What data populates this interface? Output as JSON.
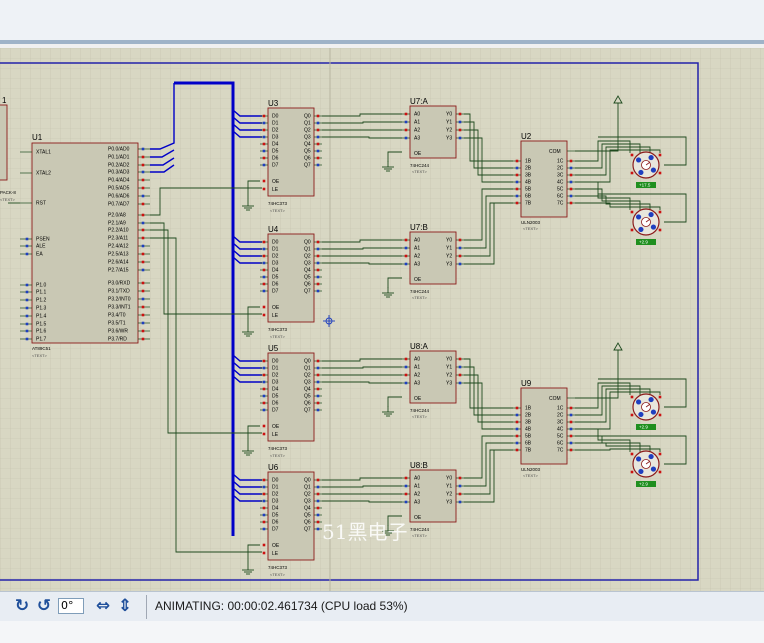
{
  "schematic": {
    "watermark": "51黑电子",
    "u1": {
      "ref": "U1",
      "part": "AT89C51",
      "text": "<TEXT>",
      "left_pins": [
        "XTAL1",
        "XTAL2",
        "RST",
        "PSEN",
        "ALE",
        "EA",
        "P1.0",
        "P1.1",
        "P1.2",
        "P1.3",
        "P1.4",
        "P1.5",
        "P1.6",
        "P1.7"
      ],
      "right_pins": [
        "P0.0/AD0",
        "P0.1/AD1",
        "P0.2/AD2",
        "P0.3/AD3",
        "P0.4/AD4",
        "P0.5/AD5",
        "P0.6/AD6",
        "P0.7/AD7",
        "P2.0/A8",
        "P2.1/A9",
        "P2.2/A10",
        "P2.3/A11",
        "P2.4/A12",
        "P2.5/A13",
        "P2.6/A14",
        "P2.7/A15",
        "P3.0/RXD",
        "P3.1/TXD",
        "P3.2/INT0",
        "P3.3/INT1",
        "P3.4/T0",
        "P3.5/T1",
        "P3.6/WR",
        "P3.7/RD"
      ]
    },
    "partial_ref": "1",
    "partial_part": "PACK-8",
    "partial_text": "<TEXT>",
    "latches": [
      {
        "ref": "U3",
        "part": "74HC373",
        "text": "<TEXT>"
      },
      {
        "ref": "U4",
        "part": "74HC373",
        "text": "<TEXT>"
      },
      {
        "ref": "U5",
        "part": "74HC373",
        "text": "<TEXT>"
      },
      {
        "ref": "U6",
        "part": "74HC373",
        "text": "<TEXT>"
      }
    ],
    "latch_in": [
      "D0",
      "D1",
      "D2",
      "D3",
      "D4",
      "D5",
      "D6",
      "D7"
    ],
    "latch_out": [
      "Q0",
      "Q1",
      "Q2",
      "Q3",
      "Q4",
      "Q5",
      "Q6",
      "Q7"
    ],
    "latch_ctrl": [
      "OE",
      "LE"
    ],
    "buffers": [
      {
        "ref": "U7:A",
        "part": "74HC244",
        "text": "<TEXT>"
      },
      {
        "ref": "U7:B",
        "part": "74HC244",
        "text": "<TEXT>"
      },
      {
        "ref": "U8:A",
        "part": "74HC244",
        "text": "<TEXT>"
      },
      {
        "ref": "U8:B",
        "part": "74HC244",
        "text": "<TEXT>"
      }
    ],
    "buf_in": [
      "A0",
      "A1",
      "A2",
      "A3"
    ],
    "buf_out": [
      "Y0",
      "Y1",
      "Y2",
      "Y3"
    ],
    "buf_oe": "OE",
    "drivers": [
      {
        "ref": "U2",
        "part": "ULN2003",
        "text": "<TEXT>"
      },
      {
        "ref": "U9",
        "part": "ULN2003",
        "text": "<TEXT>"
      }
    ],
    "drv_in": [
      "1B",
      "2B",
      "3B",
      "4B",
      "5B",
      "6B",
      "7B"
    ],
    "drv_out": [
      "1C",
      "2C",
      "3C",
      "4C",
      "5C",
      "6C",
      "7C"
    ],
    "drv_com": "COM",
    "motors": [
      {
        "value": "+17.5",
        "color": "#1f8f1f"
      },
      {
        "value": "+2.9",
        "color": "#1f8f1f"
      },
      {
        "value": "+2.9",
        "color": "#1f8f1f"
      },
      {
        "value": "+2.9",
        "color": "#1f8f1f"
      }
    ]
  },
  "toolbar": {
    "rotate_cw_icon": "rotate-cw",
    "rotate_ccw_icon": "rotate-ccw",
    "rotation_value": "0°",
    "mirror_h_icon": "mirror-horizontal",
    "mirror_v_icon": "mirror-vertical"
  },
  "status": {
    "text": "ANIMATING: 00:00:02.461734 (CPU load 53%)"
  },
  "colors": {
    "canvas_bg": "#d8d7c3",
    "grid": "#c3c2ad",
    "wire": "#1e4a1e",
    "bus": "#0000c8",
    "chip_body": "#c9c8b4",
    "chip_border": "#8b1a1a",
    "sheet_border": "#2222aa"
  }
}
